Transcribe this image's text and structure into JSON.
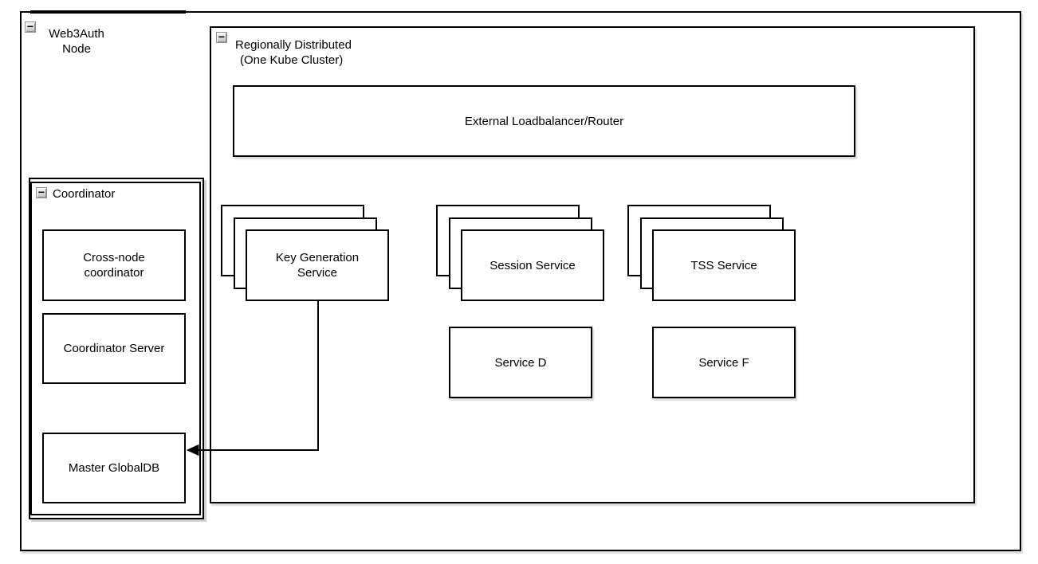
{
  "diagram": {
    "web3auth_node": {
      "lines": [
        "Web3Auth",
        "Node"
      ]
    },
    "regional_cluster": {
      "lines": [
        "Regionally Distributed",
        "(One Kube Cluster)"
      ]
    },
    "loadbalancer": {
      "label": "External Loadbalancer/Router"
    },
    "stacks": {
      "key_generation": {
        "label": "Key Generation Service"
      },
      "session": {
        "label": "Session Service"
      },
      "tss": {
        "label": "TSS Service"
      }
    },
    "service_d": {
      "label": "Service D"
    },
    "service_f": {
      "label": "Service F"
    },
    "coordinator": {
      "label": "Coordinator",
      "children": {
        "cross_node": {
          "label": "Cross-node coordinator"
        },
        "server": {
          "label": "Coordinator Server"
        },
        "global_db": {
          "label": "Master GlobalDB"
        }
      }
    },
    "icons": {
      "collapse": "−"
    },
    "colors": {
      "border": "#000000",
      "background": "#ffffff",
      "collapse_button": "#d8d8d8",
      "shadow": "#cfcfcf"
    }
  }
}
